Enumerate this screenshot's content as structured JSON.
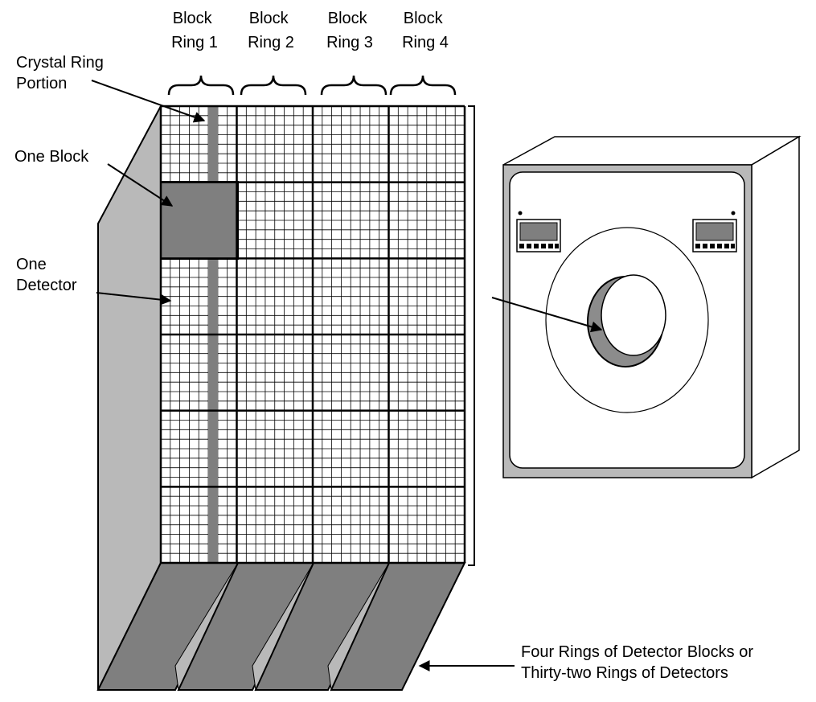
{
  "labels": {
    "block_ring_1": [
      "Block",
      "Ring 1"
    ],
    "block_ring_2": [
      "Block",
      "Ring 2"
    ],
    "block_ring_3": [
      "Block",
      "Ring 3"
    ],
    "block_ring_4": [
      "Block",
      "Ring 4"
    ],
    "crystal_ring_portion": [
      "Crystal Ring",
      "Portion"
    ],
    "one_block": [
      "One Block"
    ],
    "one_detector": [
      "One",
      "Detector"
    ],
    "four_rings": [
      "Four Rings of Detector Blocks or",
      "Thirty-two Rings of Detectors"
    ]
  },
  "structure": {
    "block_rings": 4,
    "block_rows": 6,
    "detectors_per_block_side": 8
  },
  "colors": {
    "face_gray": "#b9b9b9",
    "dark_gray": "#7f7f7f",
    "line": "#000000",
    "scanner_ring": "#8c8c8c"
  }
}
